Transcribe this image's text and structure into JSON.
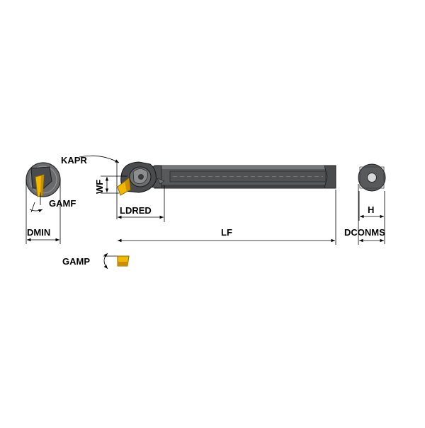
{
  "labels": {
    "kapr": "KAPR",
    "wf": "WF",
    "gamf": "GAMF",
    "dmin": "DMIN",
    "ldred": "LDRED",
    "lf": "LF",
    "gamp": "GAMP",
    "h": "H",
    "dconms": "DCONMS"
  },
  "colors": {
    "body": "#58595b",
    "body_dark": "#3a3a3c",
    "body_light": "#9a9a9c",
    "insert": "#f2b800",
    "insert_dark": "#c98f00",
    "dimension_line": "#000000"
  },
  "icons": {
    "end_view_left": "tool-end-view",
    "end_view_right": "shank-section-view",
    "side_view": "boring-bar-side-view",
    "insert": "insert-chip"
  }
}
